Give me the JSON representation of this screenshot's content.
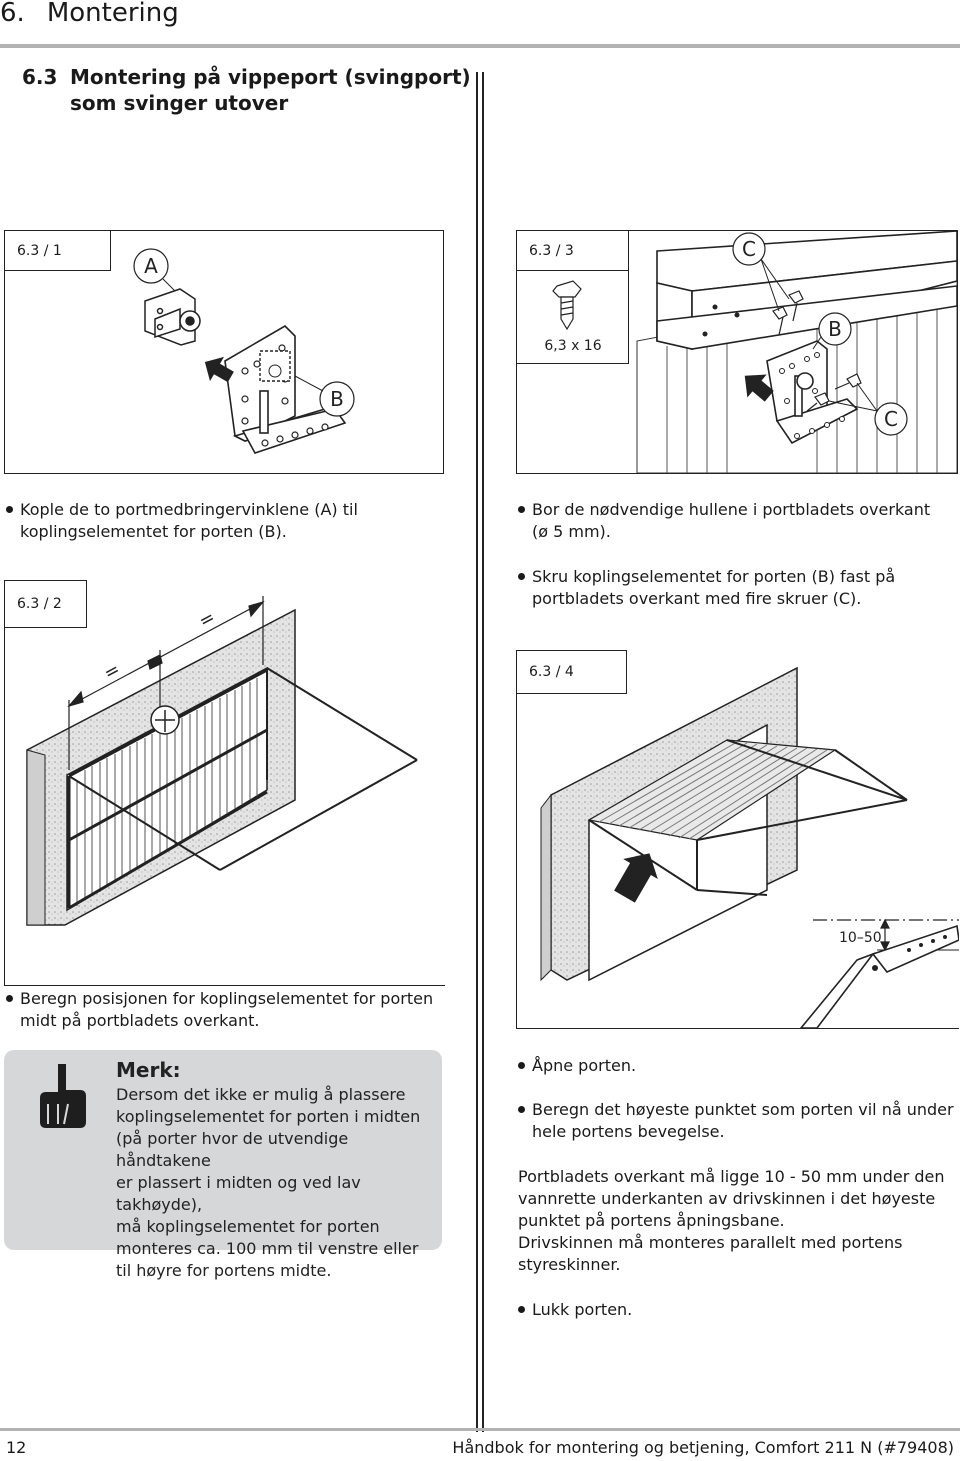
{
  "header": {
    "chapter_number": "6.",
    "chapter_title": "Montering"
  },
  "section": {
    "number": "6.3",
    "title_line1": "Montering på vippeport (svingport)",
    "title_line2": "som svinger utover"
  },
  "figures": {
    "fig1": {
      "label": "6.3 / 1",
      "callout_a": "A",
      "callout_b": "B"
    },
    "fig2": {
      "label": "6.3 / 2",
      "equal1": "=",
      "equal2": "="
    },
    "fig3": {
      "label": "6.3 / 3",
      "screw_size": "6,3 x 16",
      "callout_c1": "C",
      "callout_b": "B",
      "callout_c2": "C"
    },
    "fig4": {
      "label": "6.3 / 4",
      "dimension": "10–50"
    }
  },
  "left_column": {
    "bullet1_line1": "Kople de to portmedbringervinklene (A) til",
    "bullet1_line2": "koplingselementet for porten (B).",
    "bullet2_line1": "Beregn posisjonen for koplingselementet for porten",
    "bullet2_line2": "midt på portbladets overkant."
  },
  "note": {
    "title": "Merk:",
    "lines": [
      "Dersom det ikke er mulig å plassere",
      "koplingselementet for porten i midten",
      "(på porter hvor de utvendige håndtakene",
      "er plassert i midten og ved lav takhøyde),",
      "må koplingselementet for porten",
      "monteres ca. 100 mm til venstre eller",
      "til høyre for portens midte."
    ]
  },
  "right_column": {
    "bullet3_line1": "Bor de nødvendige hullene i portbladets overkant",
    "bullet3_line2": "(ø 5 mm).",
    "bullet4_line1": "Skru koplingselementet for porten (B) fast på",
    "bullet4_line2": "portbladets overkant med fire skruer (C).",
    "bullet5": "Åpne porten.",
    "bullet6_line1": "Beregn det høyeste punktet som porten vil nå under",
    "bullet6_line2": "hele portens bevegelse.",
    "para_lines": [
      "Portbladets overkant må ligge 10 - 50 mm under den",
      "vannrette underkanten av drivskinnen i det høyeste",
      "punktet på portens åpningsbane.",
      "Drivskinnen må monteres parallelt med portens",
      "styreskinner."
    ],
    "bullet7": "Lukk porten."
  },
  "footer": {
    "page_number": "12",
    "doc_title": "Håndbok for montering og betjening, Comfort 211 N (#79408)"
  }
}
